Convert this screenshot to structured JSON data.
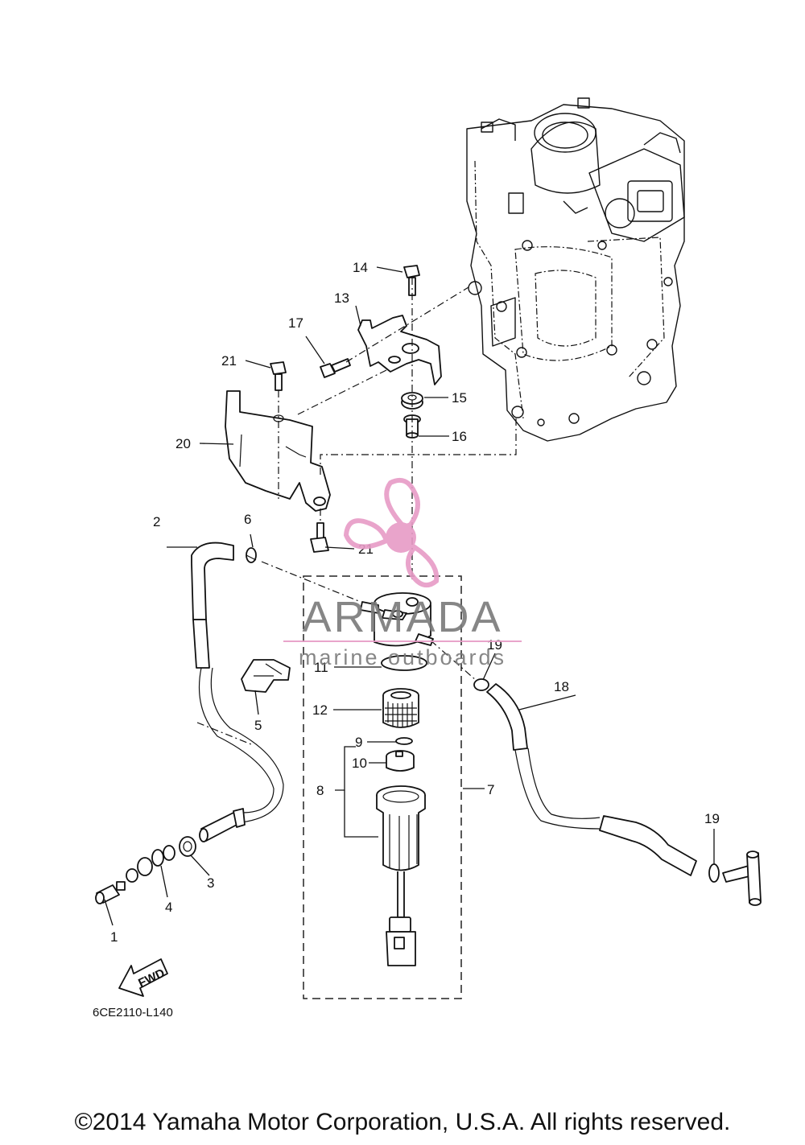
{
  "diagram": {
    "callouts": [
      "1",
      "2",
      "3",
      "4",
      "5",
      "6",
      "7",
      "8",
      "9",
      "10",
      "11",
      "12",
      "13",
      "14",
      "15",
      "16",
      "17",
      "18",
      "19",
      "19",
      "20",
      "21",
      "21"
    ],
    "fwd_label": "FWD",
    "drawing_code": "6CE2110-L140"
  },
  "watermark": {
    "brand": "ARMADA",
    "tagline": "marine outboards",
    "brand_color": "#e79bc6",
    "text_color": "#7a7a7a"
  },
  "footer": {
    "copyright": "©2014 Yamaha Motor Corporation, U.S.A. All rights reserved."
  }
}
